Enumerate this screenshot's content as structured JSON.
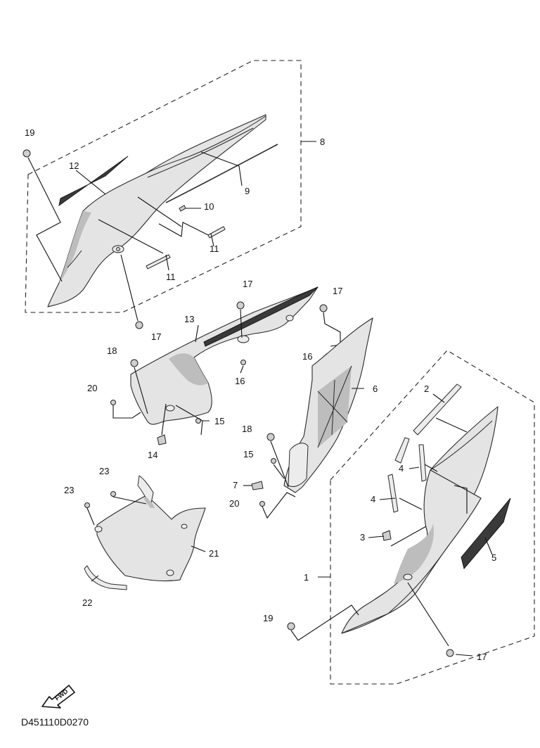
{
  "diagram_code": "D451110D0270",
  "fwd_label": "FWD",
  "callouts": [
    {
      "id": "c1",
      "text": "1"
    },
    {
      "id": "c2",
      "text": "2"
    },
    {
      "id": "c3",
      "text": "3"
    },
    {
      "id": "c4a",
      "text": "4"
    },
    {
      "id": "c4b",
      "text": "4"
    },
    {
      "id": "c5",
      "text": "5"
    },
    {
      "id": "c6",
      "text": "6"
    },
    {
      "id": "c7",
      "text": "7"
    },
    {
      "id": "c8",
      "text": "8"
    },
    {
      "id": "c9",
      "text": "9"
    },
    {
      "id": "c10",
      "text": "10"
    },
    {
      "id": "c11a",
      "text": "11"
    },
    {
      "id": "c11b",
      "text": "11"
    },
    {
      "id": "c12",
      "text": "12"
    },
    {
      "id": "c13",
      "text": "13"
    },
    {
      "id": "c14",
      "text": "14"
    },
    {
      "id": "c15a",
      "text": "15"
    },
    {
      "id": "c15b",
      "text": "15"
    },
    {
      "id": "c16a",
      "text": "16"
    },
    {
      "id": "c16b",
      "text": "16"
    },
    {
      "id": "c17a",
      "text": "17"
    },
    {
      "id": "c17b",
      "text": "17"
    },
    {
      "id": "c17c",
      "text": "17"
    },
    {
      "id": "c17d",
      "text": "17"
    },
    {
      "id": "c18a",
      "text": "18"
    },
    {
      "id": "c18b",
      "text": "18"
    },
    {
      "id": "c19a",
      "text": "19"
    },
    {
      "id": "c19b",
      "text": "19"
    },
    {
      "id": "c20a",
      "text": "20"
    },
    {
      "id": "c20b",
      "text": "20"
    },
    {
      "id": "c21",
      "text": "21"
    },
    {
      "id": "c22",
      "text": "22"
    },
    {
      "id": "c23a",
      "text": "23"
    },
    {
      "id": "c23b",
      "text": "23"
    }
  ]
}
